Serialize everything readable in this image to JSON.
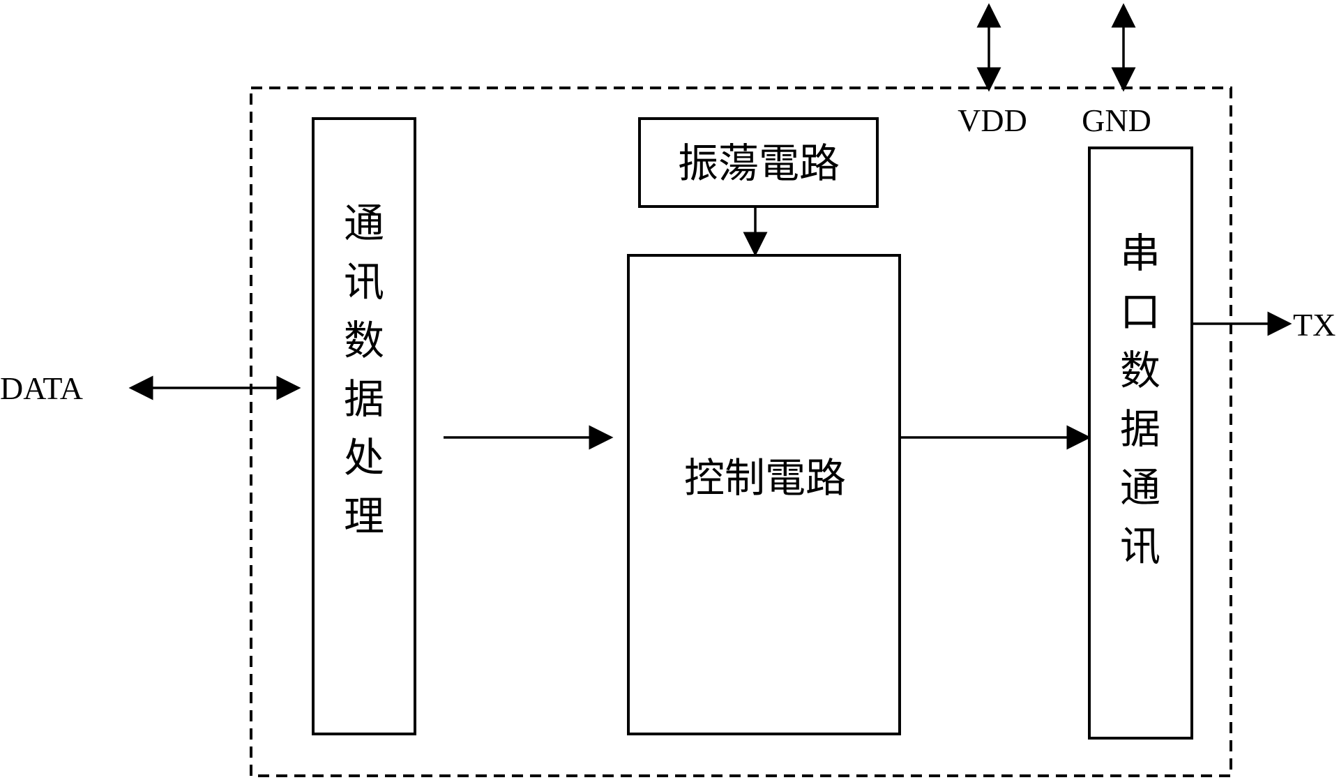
{
  "external": {
    "data_label": "DATA",
    "tx_label": "TX",
    "vdd_label": "VDD",
    "gnd_label": "GND"
  },
  "blocks": {
    "comm_processing": [
      "通",
      "讯",
      "数",
      "据",
      "处",
      "理"
    ],
    "oscillator": "振蕩電路",
    "control": "控制電路",
    "serial_comm": [
      "串",
      "口",
      "数",
      "据",
      "通",
      "讯"
    ]
  }
}
